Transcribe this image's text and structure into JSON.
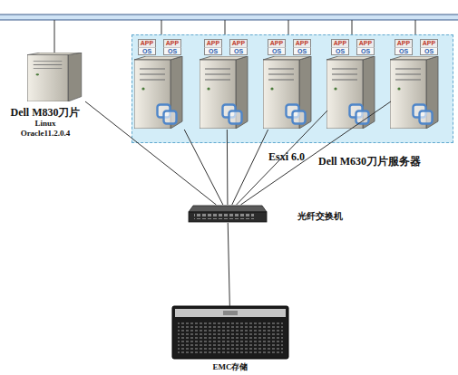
{
  "diagram": {
    "nodes": [
      {
        "text": [
          "Dell M830刀片",
          "Linux",
          "Oracle11.2.0.4"
        ]
      },
      {
        "text": [
          "Esxi 6.0",
          "Dell M630刀片服务器"
        ]
      },
      {
        "text": [
          "APP",
          "OS",
          "APP",
          "OS"
        ],
        "in": 1
      },
      {
        "text": [
          "APP",
          "OS",
          "APP",
          "OS"
        ],
        "in": 1
      },
      {
        "text": [
          "APP",
          "OS",
          "APP",
          "OS"
        ],
        "in": 1
      },
      {
        "text": [
          "APP",
          "OS",
          "APP",
          "OS"
        ],
        "in": 1
      },
      {
        "text": [
          "APP",
          "OS",
          "APP",
          "OS"
        ],
        "in": 1
      },
      {
        "text": [
          "光纤交换机"
        ]
      },
      {
        "text": [
          "EMC存储"
        ]
      }
    ],
    "edges": [
      {
        "from": 0,
        "to": 7,
        "arrow": "none"
      },
      {
        "from": 2,
        "to": 7,
        "arrow": "none"
      },
      {
        "from": 3,
        "to": 7,
        "arrow": "none"
      },
      {
        "from": 4,
        "to": 7,
        "arrow": "none"
      },
      {
        "from": 5,
        "to": 7,
        "arrow": "none"
      },
      {
        "from": 6,
        "to": 7,
        "arrow": "none"
      },
      {
        "from": 7,
        "to": 8,
        "arrow": "none"
      }
    ]
  }
}
